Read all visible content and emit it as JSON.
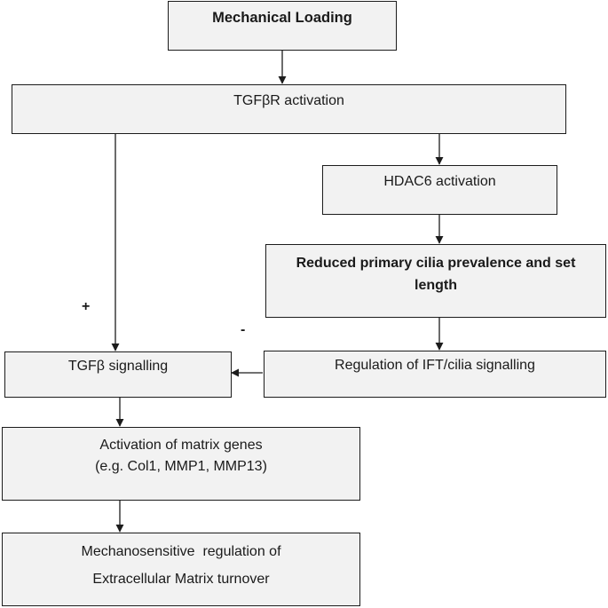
{
  "boxes": {
    "mechanical_loading": "Mechanical Loading",
    "tgfbr_activation": "TGFβR activation",
    "hdac6_activation": "HDAC6 activation",
    "reduced_cilia": {
      "line1": "Reduced primary cilia prevalence and set",
      "line2": "length"
    },
    "tgfb_signalling": "TGFβ signalling",
    "ift_regulation": "Regulation of IFT/cilia signalling",
    "matrix_genes": {
      "line1": "Activation of matrix genes",
      "line2": "(e.g. Col1, MMP1, MMP13)"
    },
    "ecm_turnover": {
      "line1": "Mechanosensitive  regulation of",
      "line2": "Extracellular Matrix turnover"
    }
  },
  "signs": {
    "positive": "+",
    "negative": "-"
  }
}
